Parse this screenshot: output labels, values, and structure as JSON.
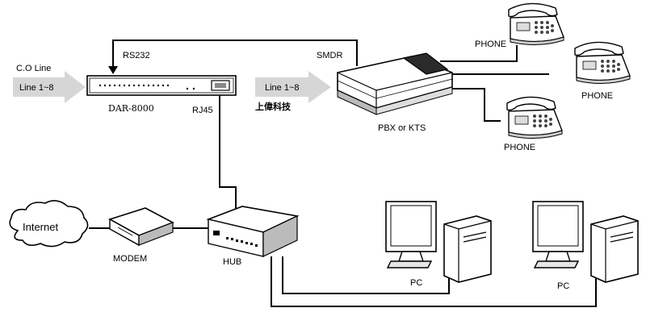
{
  "labels": {
    "co_line": "C.O Line",
    "line_in": "Line 1~8",
    "line_out": "Line 1~8",
    "rs232": "RS232",
    "smdr": "SMDR",
    "dar": "DAR-8000",
    "rj45": "RJ45",
    "brand": "上偉科技",
    "pbx": "PBX or KTS",
    "phone1": "PHONE",
    "phone2": "PHONE",
    "phone3": "PHONE",
    "internet": "Internet",
    "modem": "MODEM",
    "hub": "HUB",
    "pc1": "PC",
    "pc2": "PC"
  }
}
